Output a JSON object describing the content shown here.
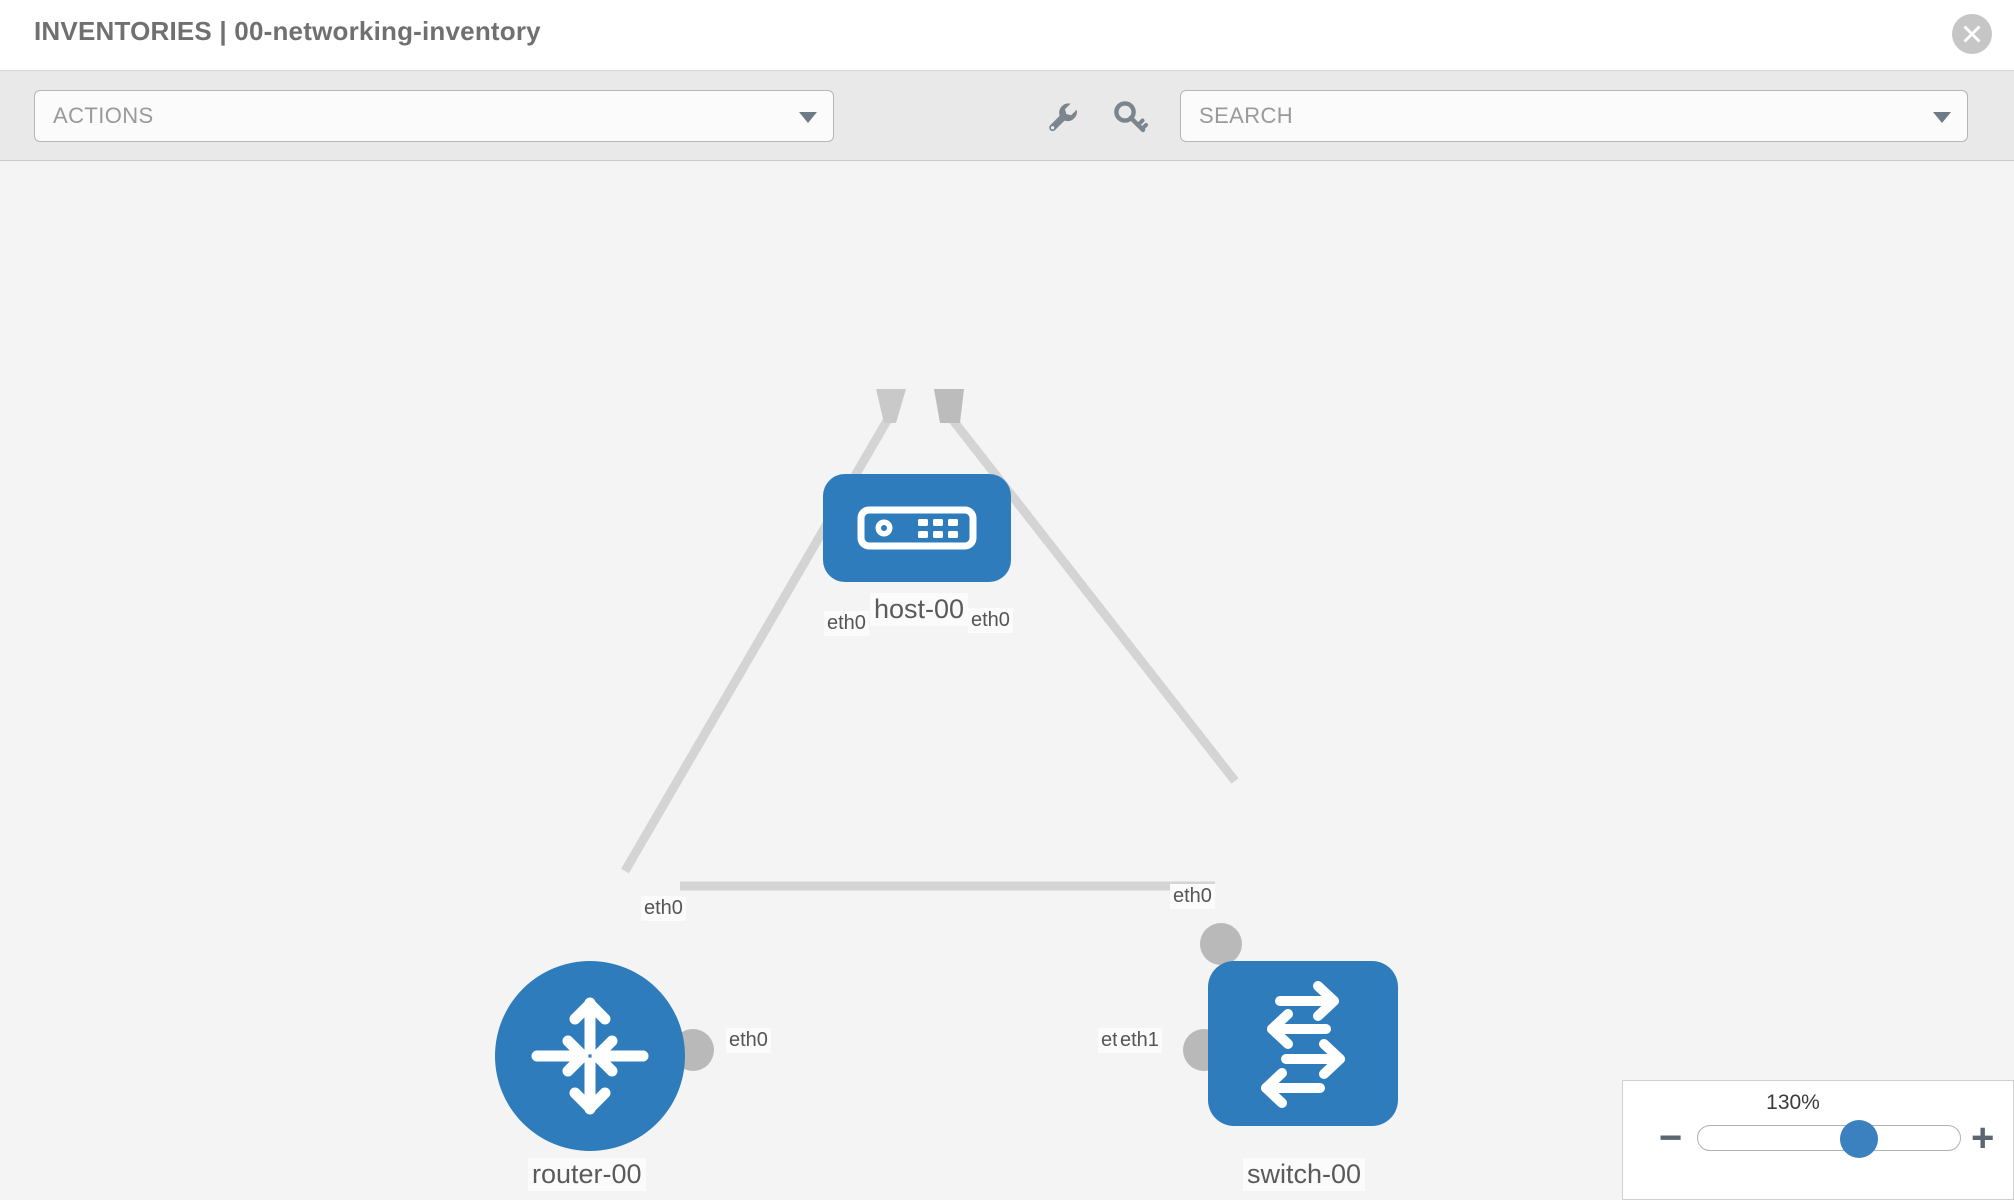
{
  "header": {
    "title": "INVENTORIES | 00-networking-inventory",
    "close_icon": "close-circle-icon"
  },
  "toolbar": {
    "actions": {
      "label": "ACTIONS",
      "caret_icon": "chevron-down-icon"
    },
    "search": {
      "placeholder": "SEARCH",
      "label": "SEARCH",
      "caret_icon": "chevron-down-icon"
    },
    "tools": [
      {
        "name": "wrench-icon",
        "title": "Settings"
      },
      {
        "name": "key-icon",
        "title": "Credentials"
      }
    ]
  },
  "topology": {
    "background_color": "#f4f4f4",
    "node_color": "#2f7cbc",
    "link_color": "#d4d4d4",
    "port_color": "#b9b9b9",
    "nodes": [
      {
        "id": "host-00",
        "label": "host-00",
        "type": "host",
        "icon": "server-icon"
      },
      {
        "id": "router-00",
        "label": "router-00",
        "type": "router",
        "icon": "router-arrows-icon"
      },
      {
        "id": "switch-00",
        "label": "switch-00",
        "type": "switch",
        "icon": "switch-arrows-icon"
      }
    ],
    "links": [
      {
        "from": "host-00",
        "to": "router-00",
        "from_port": "eth0",
        "to_port": "eth0"
      },
      {
        "from": "host-00",
        "to": "switch-00",
        "from_port": "eth0",
        "to_port": "eth0"
      },
      {
        "from": "router-00",
        "to": "switch-00",
        "from_port": "eth0",
        "to_port": "eth1"
      }
    ],
    "port_labels": {
      "host_left": "eth0",
      "host_right": "eth0",
      "router_up": "eth0",
      "switch_up": "eth0",
      "router_right": "eth0",
      "switch_left_overlap": "etl",
      "switch_left": "eth1"
    }
  },
  "zoom": {
    "value_label": "130%",
    "minus_label": "−",
    "plus_label": "+",
    "percent": 130,
    "thumb_position_pct": 63
  }
}
